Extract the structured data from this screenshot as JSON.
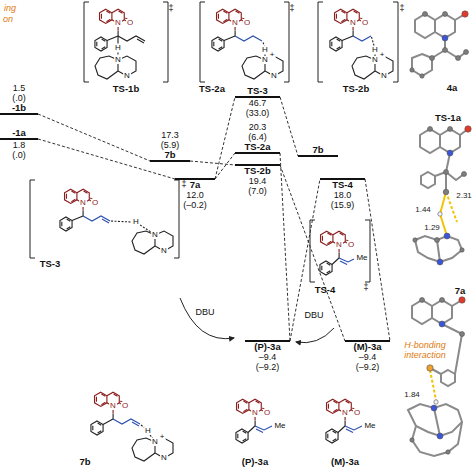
{
  "diagram": {
    "nodes": [
      {
        "text": [
          "1.5",
          "(.0)",
          "-1b"
        ]
      },
      {
        "text": [
          "-1a",
          "1.8",
          "(.0)"
        ]
      },
      {
        "text": [
          "17.3",
          "(5.9)",
          "7b"
        ]
      },
      {
        "text": [
          "7a",
          "12.0",
          "(–0.2)"
        ]
      },
      {
        "text": [
          "TS-3",
          "46.7",
          "(33.0)"
        ]
      },
      {
        "text": [
          "20.3",
          "(6.4)",
          "TS-2a"
        ]
      },
      {
        "text": [
          "TS-2b",
          "19.4",
          "(7.0)"
        ]
      },
      {
        "text": [
          "7b"
        ]
      },
      {
        "text": [
          "TS-4",
          "18.0",
          "(15.9)"
        ]
      },
      {
        "text": [
          "(P)-3a",
          "–9.4",
          "(–9.2)"
        ]
      },
      {
        "text": [
          "(M)-3a",
          "–9.4",
          "(–9.2)"
        ]
      }
    ],
    "edges": [
      {
        "from": 0,
        "to": 2,
        "arrow": "none"
      },
      {
        "from": 1,
        "to": 3,
        "arrow": "none"
      },
      {
        "from": 2,
        "to": 6,
        "arrow": "none"
      },
      {
        "from": 3,
        "to": 4,
        "arrow": "none"
      },
      {
        "from": 3,
        "to": 5,
        "arrow": "none"
      },
      {
        "from": 4,
        "to": 7,
        "arrow": "none"
      },
      {
        "from": 5,
        "to": 9,
        "arrow": "none"
      },
      {
        "from": 6,
        "to": 10,
        "arrow": "none"
      },
      {
        "from": 9,
        "to": 8,
        "arrow": "none"
      },
      {
        "from": 8,
        "to": 10,
        "arrow": "none"
      }
    ],
    "labels": [
      "ing",
      "on",
      "O",
      "N",
      "H",
      "N",
      "N",
      "‡",
      "TS-1b",
      "O",
      "N",
      "H",
      "N",
      "+",
      "N",
      "‡",
      "TS-2a",
      "O",
      "N",
      "H",
      "N",
      "+",
      "N",
      "‡",
      "TS-2b",
      "O",
      "N",
      "H",
      "N",
      "N",
      "‡",
      "TS-3",
      "O",
      "N",
      "Me",
      "‡",
      "TS-4",
      "DBU",
      "DBU",
      "O",
      "N",
      "H",
      "N",
      "+",
      "N",
      "7b",
      "O",
      "N",
      "Me",
      "(P)-3a",
      "O",
      "N",
      "Me",
      "(M)-3a",
      "4a",
      "TS-1a",
      "1.44",
      "2.31",
      "1.29",
      "7a",
      "H-bonding interaction",
      "1.84"
    ]
  }
}
